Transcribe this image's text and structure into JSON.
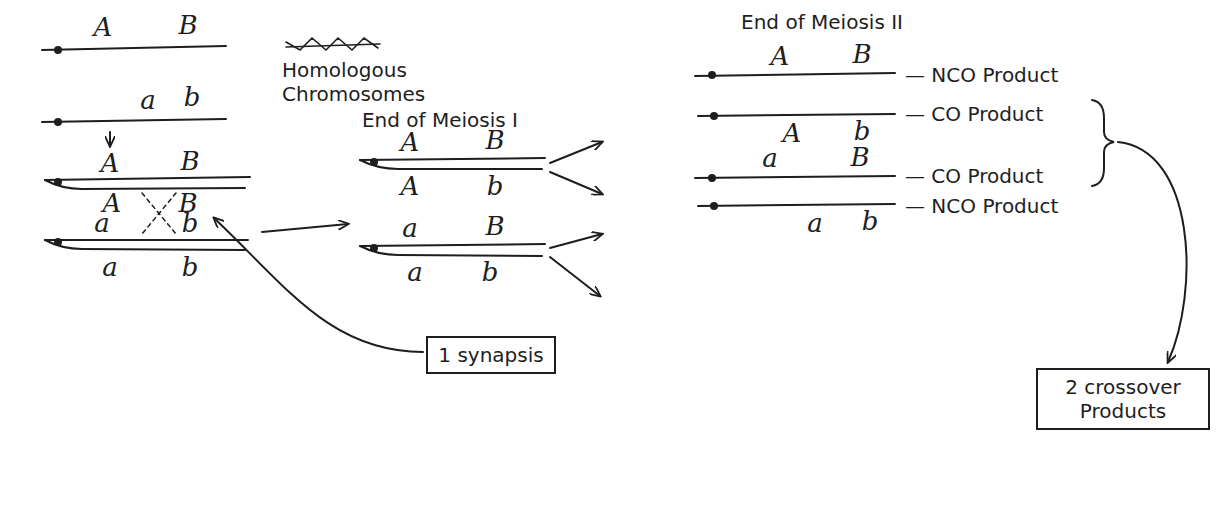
{
  "diagram": {
    "nodes": [
      {
        "text": [
          "1 synapsis"
        ]
      },
      {
        "text": [
          "2 crossover Products"
        ]
      }
    ],
    "labels": [
      "A",
      "B",
      "a",
      "b",
      "Homologous Chromosomes",
      "End of Meiosis I",
      "End of Meiosis II",
      "A",
      "B",
      "A",
      "B",
      "a",
      "b",
      "a",
      "b",
      "A",
      "B",
      "A",
      "b",
      "a",
      "B",
      "a",
      "b",
      "A",
      "B",
      "— NCO Product",
      "A",
      "b",
      "— CO Product",
      "a",
      "B",
      "— CO Product",
      "a",
      "b",
      "— NCO Product"
    ]
  }
}
